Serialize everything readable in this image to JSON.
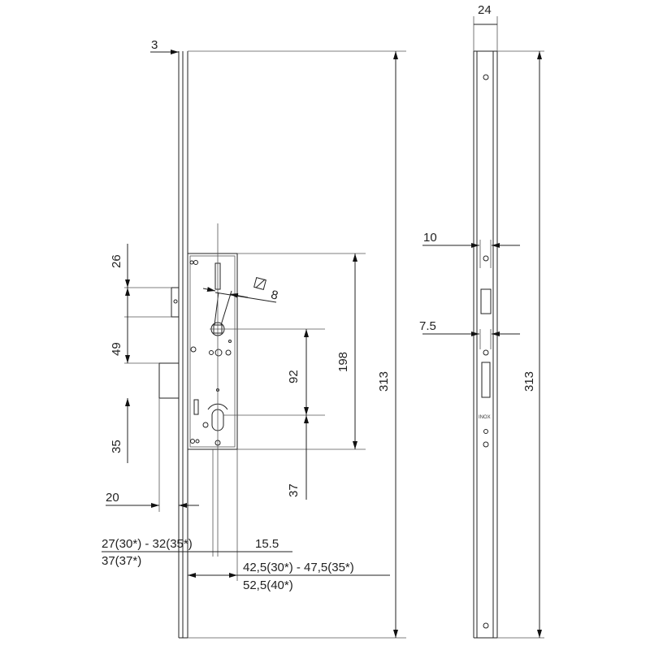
{
  "dimensions": {
    "faceplate_thickness": "3",
    "strike_width": "24",
    "latch_height": "26",
    "latch_to_bolt": "49",
    "bolt_height": "35",
    "bolt_throw": "20",
    "spindle_square": "8",
    "spindle_to_cylinder": "92",
    "case_height": "198",
    "total_length": "313",
    "cylinder_to_bottom": "37",
    "backset_a_line1": "27(30*) - 32(35*)",
    "backset_a_line2": "37(37*)",
    "cylinder_offset": "15.5",
    "backset_b_line1": "42,5(30*) - 47,5(35*)",
    "backset_b_line2": "52,5(40*)",
    "strike_latch_offset": "10",
    "strike_bolt_offset": "7.5",
    "strike_total_length": "313"
  },
  "labels": {
    "strike_marking": "INOX"
  },
  "colors": {
    "line": "#222222",
    "background": "#ffffff"
  }
}
